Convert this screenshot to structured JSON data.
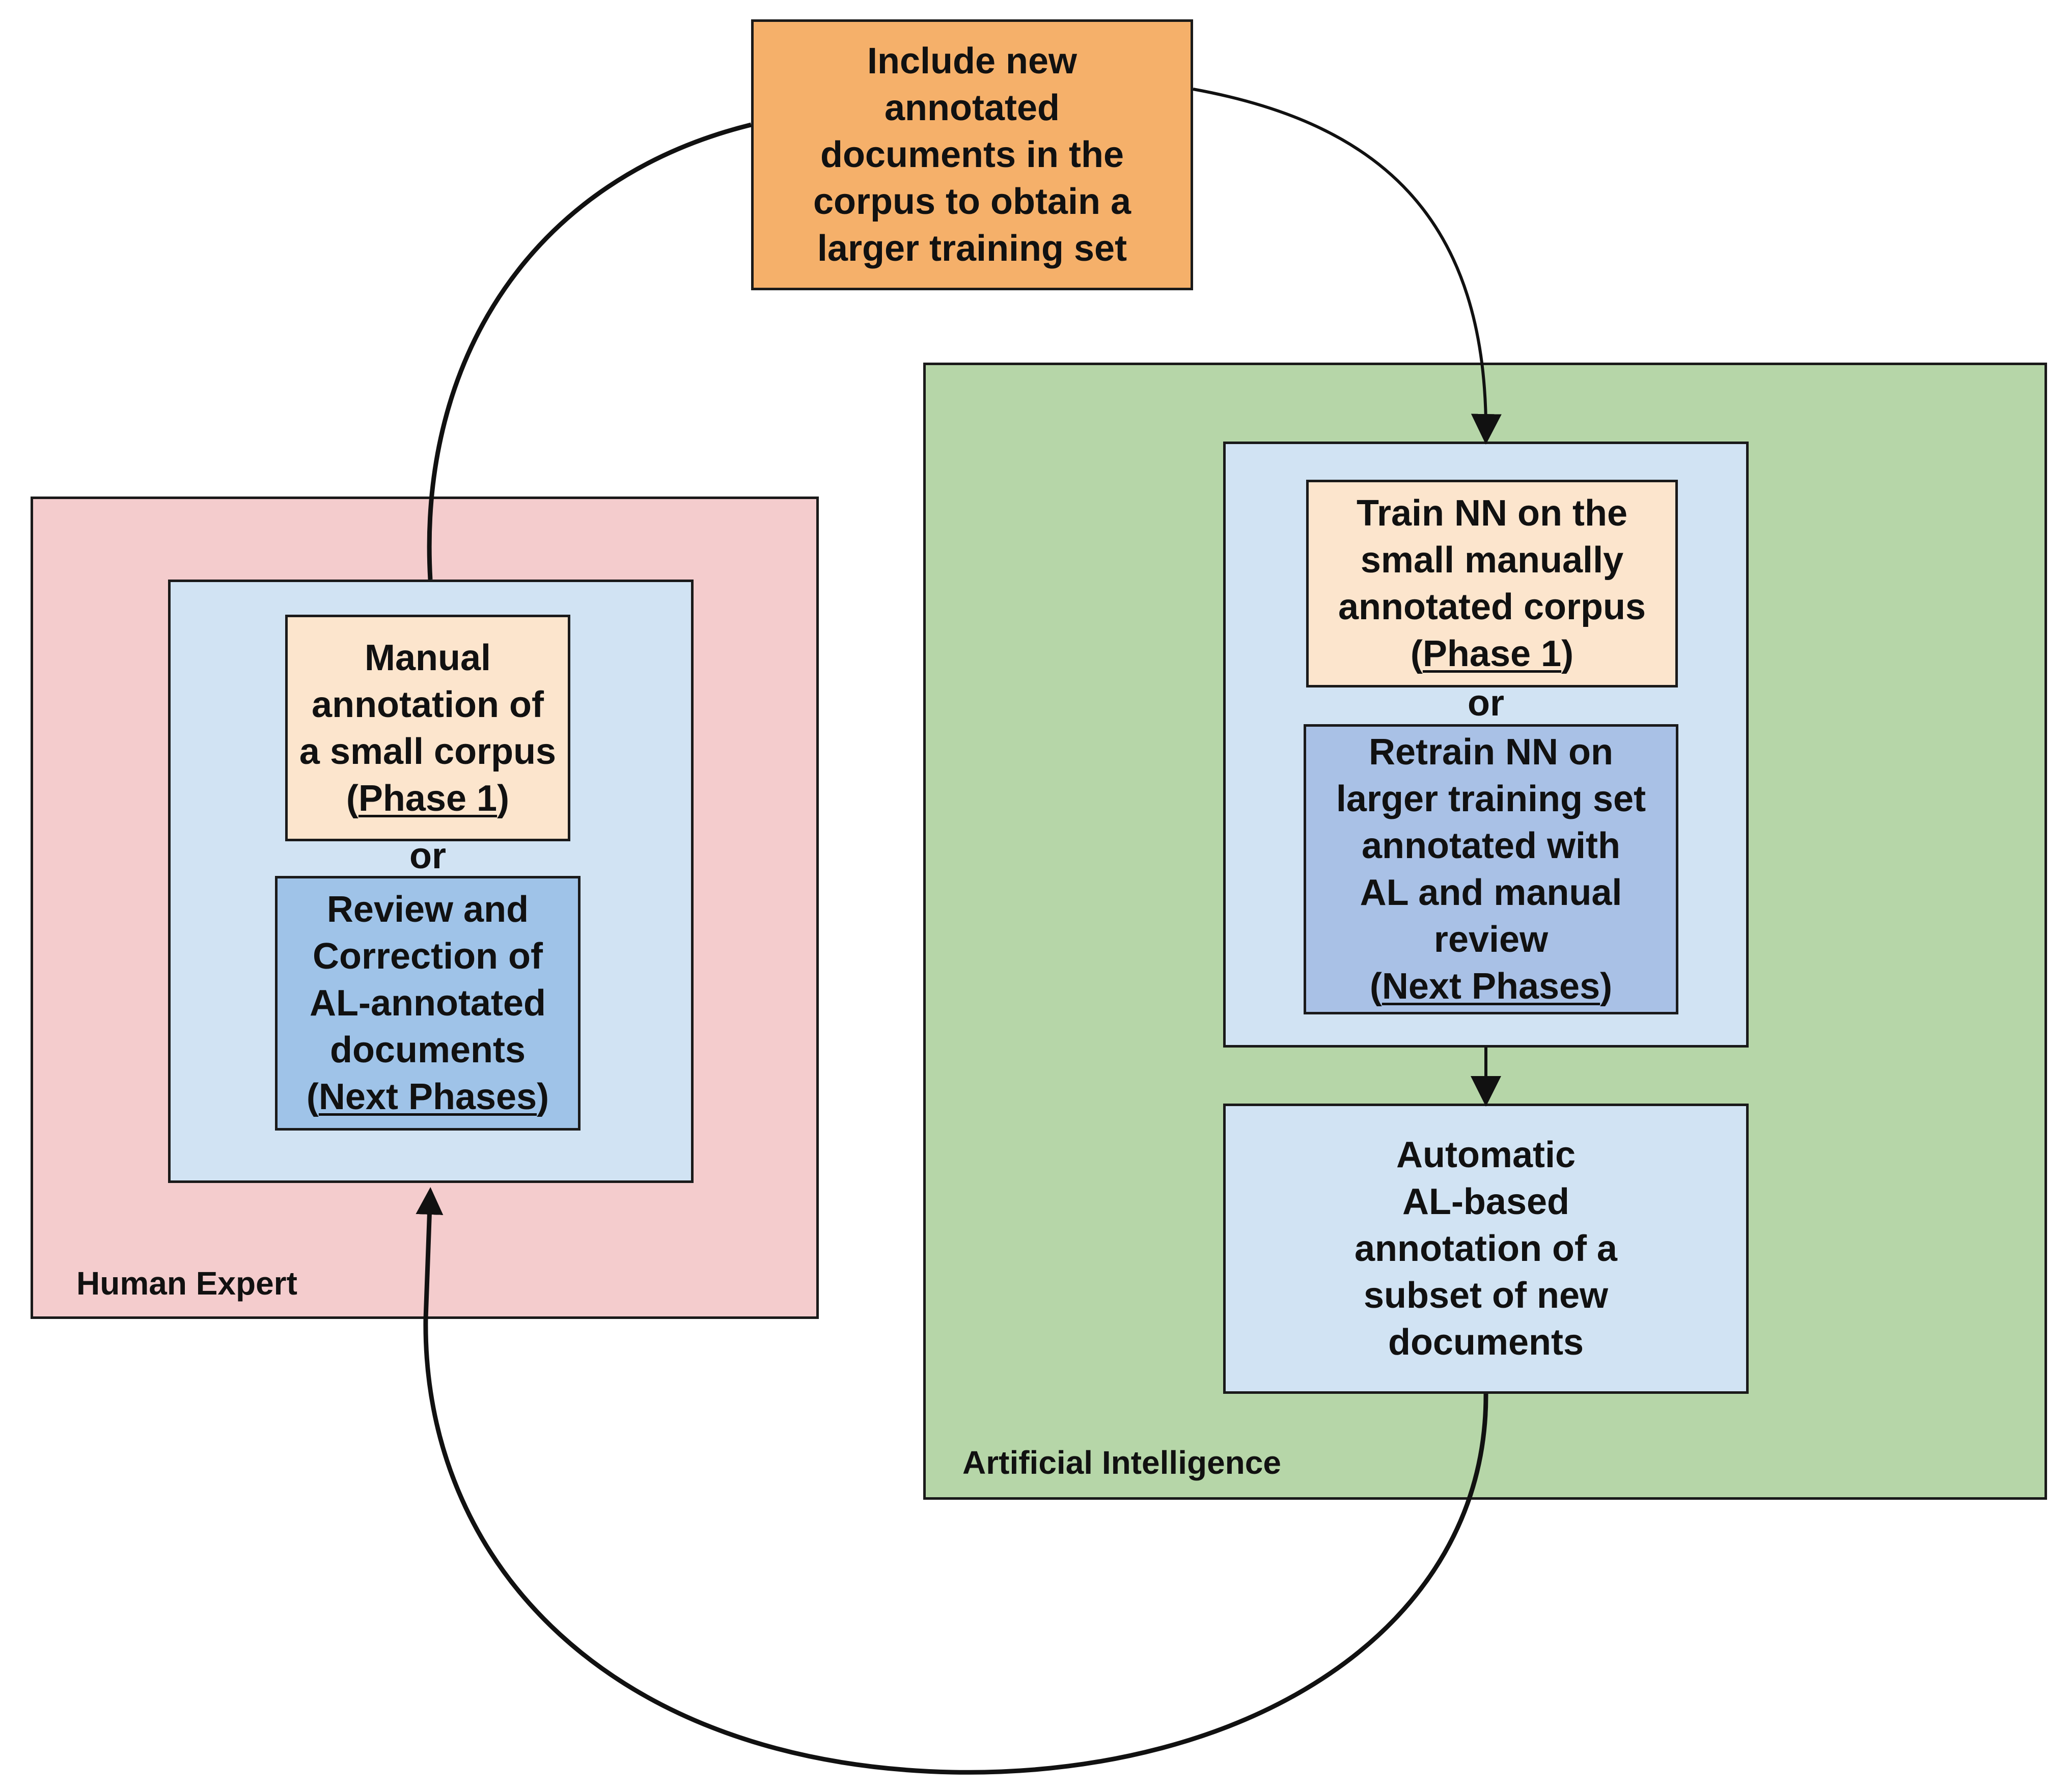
{
  "colors": {
    "include_box": "#f5b06a",
    "human_region": "#f4cccd",
    "ai_region": "#b6d6a8",
    "inner_container": "#d1e3f3",
    "phase1_box": "#fce5cd",
    "next_phase_box_human": "#9fc3e8",
    "next_phase_box_ai": "#a9c1e6",
    "stroke": "#111111"
  },
  "top_box": {
    "lines": [
      "Include new",
      "annotated",
      "documents in the",
      "corpus to obtain a",
      "larger training set"
    ]
  },
  "human_expert": {
    "region_label": "Human Expert",
    "manual": {
      "lines": [
        "Manual",
        "annotation of",
        "a small corpus"
      ],
      "paren_open": "(",
      "phase_text": "Phase 1",
      "paren_close": ")"
    },
    "or_text": "or",
    "review": {
      "lines": [
        "Review and",
        "Correction of",
        "AL-annotated",
        "documents"
      ],
      "paren_open": "(",
      "phase_text": "Next Phases",
      "paren_close": ")"
    }
  },
  "artificial_intelligence": {
    "region_label": "Artificial Intelligence",
    "train": {
      "lines": [
        "Train NN on the",
        "small manually",
        "annotated corpus"
      ],
      "paren_open": "(",
      "phase_text": "Phase 1",
      "paren_close": ")"
    },
    "or_text": "or",
    "retrain": {
      "lines": [
        "Retrain NN on",
        "larger training set",
        "annotated with",
        "AL and manual",
        "review"
      ],
      "paren_open": "(",
      "phase_text": "Next Phases",
      "paren_close": ")"
    },
    "automatic": {
      "lines": [
        "Automatic",
        "AL-based",
        "annotation of a",
        "subset of new",
        "documents"
      ]
    }
  }
}
